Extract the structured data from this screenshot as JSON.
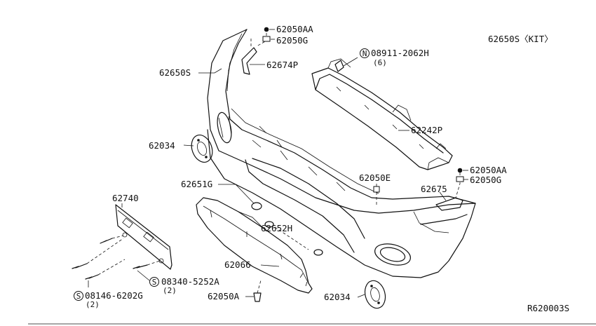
{
  "kit_label": "62650S〈KIT〉",
  "ref_code": "R620003S",
  "parts": {
    "bumper": "62650S",
    "clip_aa_top": "62050AA",
    "clip_g_top": "62050G",
    "bracket_left": "62674P",
    "bolt_n": "08911-2062H",
    "bolt_n_qty": "(6)",
    "reinforcement": "62242P",
    "grommet_left": "62034",
    "clip_aa_right": "62050AA",
    "clip_g_right": "62050G",
    "bracket_right": "62675",
    "clip_e": "62050E",
    "seal_g": "62651G",
    "license_plate": "62740",
    "clip_h": "62652H",
    "lower_valance": "62066",
    "screw_s": "08340-5252A",
    "screw_s_qty": "(2)",
    "bolt_s": "08146-6202G",
    "bolt_s_qty": "(2)",
    "clip_a": "62050A",
    "grommet_bottom": "62034"
  },
  "symbols": {
    "n_marker": "N",
    "s_marker": "S"
  }
}
